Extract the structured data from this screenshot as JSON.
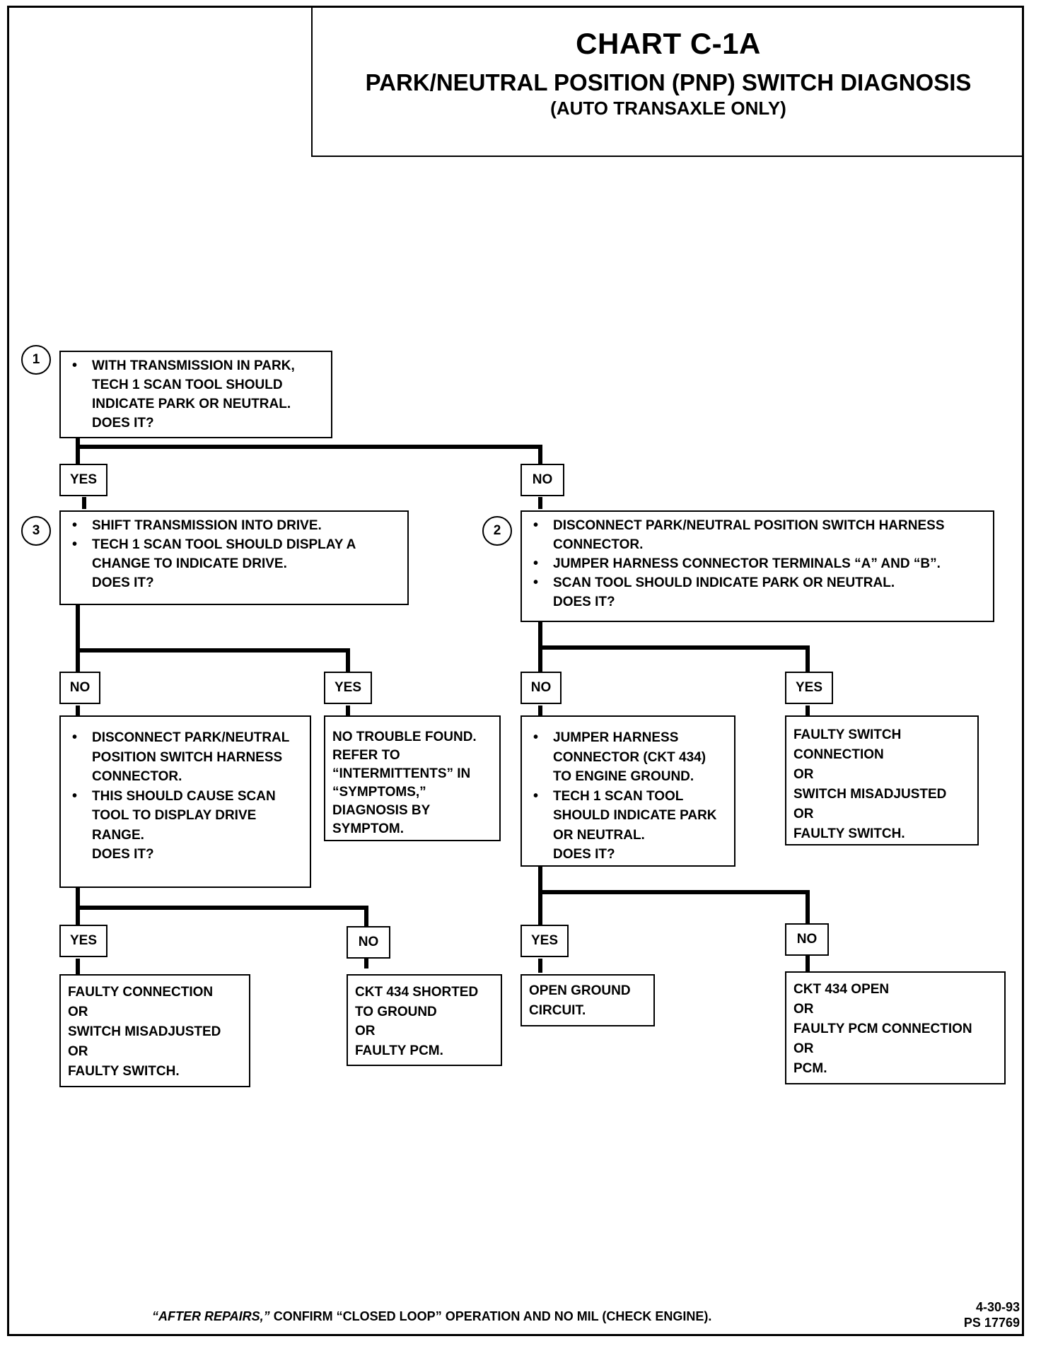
{
  "header": {
    "chart_id": "CHART C-1A",
    "title": "PARK/NEUTRAL POSITION (PNP) SWITCH DIAGNOSIS",
    "subtitle": "(AUTO TRANSAXLE ONLY)"
  },
  "step1": {
    "number": "1",
    "lines": [
      "WITH TRANSMISSION IN PARK,",
      "TECH 1 SCAN TOOL SHOULD",
      "INDICATE PARK OR NEUTRAL.",
      "DOES IT?"
    ]
  },
  "labels": {
    "yes": "YES",
    "no": "NO"
  },
  "step3": {
    "number": "3",
    "bullets": [
      "SHIFT TRANSMISSION INTO DRIVE.",
      "TECH 1 SCAN TOOL SHOULD DISPLAY A CHANGE TO INDICATE DRIVE."
    ],
    "question": "DOES IT?"
  },
  "step2": {
    "number": "2",
    "bullets": [
      "DISCONNECT PARK/NEUTRAL POSITION SWITCH HARNESS CONNECTOR.",
      "JUMPER HARNESS CONNECTOR TERMINALS “A” AND “B”.",
      "SCAN TOOL SHOULD INDICATE PARK OR NEUTRAL."
    ],
    "question": "DOES IT?"
  },
  "step3_no": {
    "bullets": [
      "DISCONNECT PARK/NEUTRAL POSITION SWITCH HARNESS CONNECTOR.",
      "THIS SHOULD CAUSE SCAN TOOL TO DISPLAY DRIVE RANGE."
    ],
    "question": "DOES IT?"
  },
  "step3_yes": {
    "text": "NO TROUBLE FOUND. REFER TO “INTERMITTENTS” IN “SYMPTOMS,” DIAGNOSIS BY SYMPTOM."
  },
  "step2_no": {
    "bullets": [
      "JUMPER HARNESS CONNECTOR (CKT 434) TO ENGINE GROUND.",
      "TECH 1 SCAN TOOL SHOULD INDICATE PARK OR NEUTRAL."
    ],
    "question": "DOES IT?"
  },
  "step2_yes": {
    "lines": [
      "FAULTY SWITCH CONNECTION",
      "OR",
      "SWITCH MISADJUSTED",
      "OR",
      "FAULTY SWITCH."
    ]
  },
  "result_a": {
    "lines": [
      "FAULTY CONNECTION",
      "OR",
      "SWITCH MISADJUSTED",
      "OR",
      "FAULTY SWITCH."
    ]
  },
  "result_b": {
    "lines": [
      "CKT 434 SHORTED TO GROUND",
      "OR",
      "FAULTY PCM."
    ]
  },
  "result_c": {
    "lines": [
      "OPEN GROUND CIRCUIT."
    ]
  },
  "result_d": {
    "lines": [
      "CKT 434 OPEN",
      "OR",
      "FAULTY PCM CONNECTION",
      "OR",
      "PCM."
    ]
  },
  "footer": {
    "after_repairs": "“AFTER REPAIRS,”",
    "confirm_text": " CONFIRM “CLOSED LOOP” OPERATION AND NO MIL (CHECK ENGINE).",
    "date": "4-30-93",
    "ps_code": "PS 17769"
  }
}
